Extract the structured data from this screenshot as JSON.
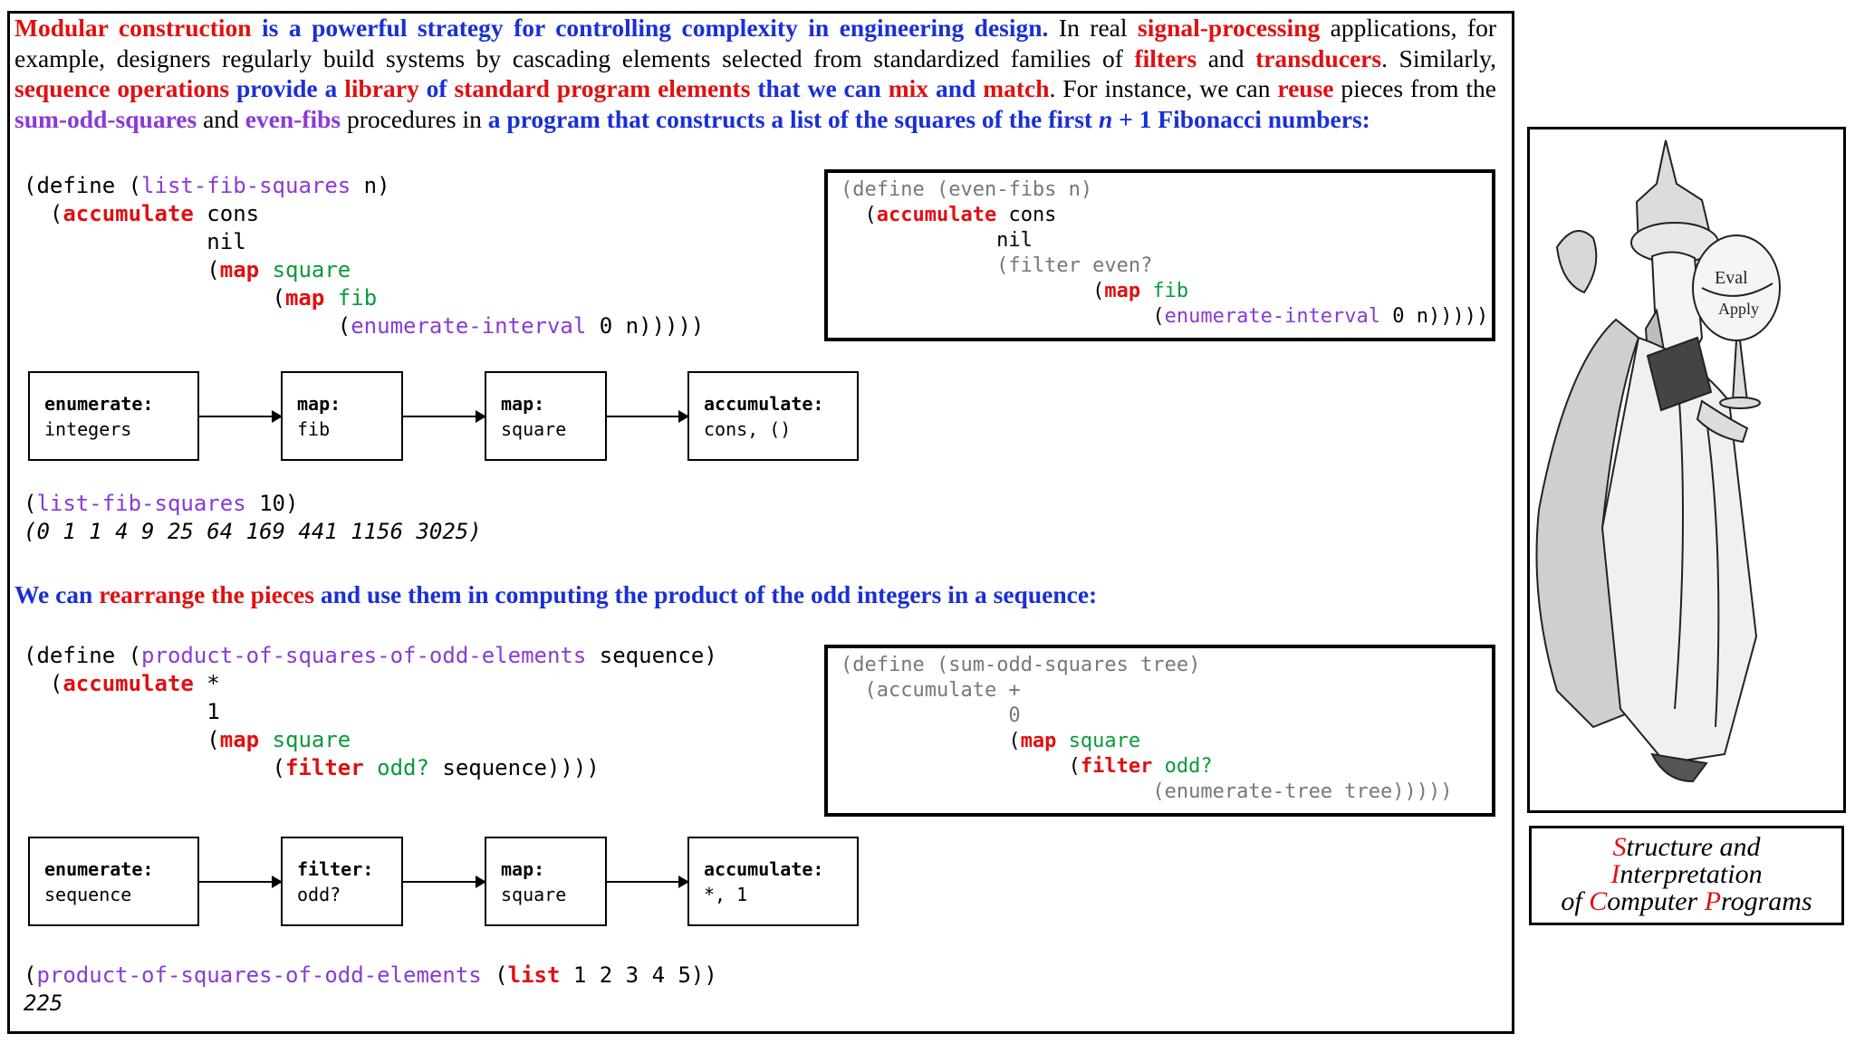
{
  "intro": {
    "s1": "Modular construction",
    "s2": "is a powerful strategy for controlling complexity in engineering design.",
    "s3": " In real ",
    "s4": "signal-processing",
    "s5": " applications, for example, designers regularly build systems by cascading elements selected from standardized families of ",
    "s6": "filters",
    "s7": " and ",
    "s8": "transducers",
    "s9": ". Similarly, ",
    "s10": "sequence operations",
    "s11": " provide a ",
    "s12": "library",
    "s13": " of ",
    "s14": "standard program elements",
    "s15": " that we can ",
    "s16": "mix",
    "s17": " and ",
    "s18": "match",
    "s19": ". For instance, we can ",
    "s20": "reuse",
    "s21": " pieces from the ",
    "s22": "sum-odd-squares",
    "s23": " and ",
    "s24": "even-fibs",
    "s25": " procedures in ",
    "s26": "a program that constructs a list of the squares of the first ",
    "s27": "n",
    "s28": " + 1 Fibonacci numbers:"
  },
  "code1": {
    "l1a": "(define (",
    "l1b": "list-fib-squares",
    "l1c": " n)",
    "l2a": "  (",
    "l2b": "accumulate",
    "l2c": " cons",
    "l3": "              nil",
    "l4a": "              (",
    "l4b": "map",
    "l4c": " ",
    "l4d": "square",
    "l5a": "                   (",
    "l5b": "map",
    "l5c": " ",
    "l5d": "fib",
    "l6a": "                        (",
    "l6b": "enumerate-interval",
    "l6c": " 0 n)))))"
  },
  "evenfibs": {
    "l1a": "(define (",
    "l1b": "even-fibs",
    "l1c": " n)",
    "l2a": "  (",
    "l2b": "accumulate",
    "l2c": " cons",
    "l3": "             nil",
    "l4": "             (filter even?",
    "l5a": "                     (",
    "l5b": "map",
    "l5c": " ",
    "l5d": "fib",
    "l6a": "                          (",
    "l6b": "enumerate-interval",
    "l6c": " 0 n)))))"
  },
  "flow1": [
    {
      "head": "enumerate:",
      "body": "integers"
    },
    {
      "head": "map:",
      "body": "fib"
    },
    {
      "head": "map:",
      "body": "square"
    },
    {
      "head": "accumulate:",
      "body": "cons, ()"
    }
  ],
  "call1": {
    "a": "(",
    "b": "list-fib-squares",
    "c": " 10)",
    "result": "(0 1 1 4 9 25 64 169 441 1156 3025)"
  },
  "intro2": {
    "s1": "We can ",
    "s2": "rearrange the pieces",
    "s3": " and use them in computing the product of the odd integers in a sequence:"
  },
  "code2": {
    "l1a": "(define (",
    "l1b": "product-of-squares-of-odd-elements",
    "l1c": " sequence)",
    "l2a": "  (",
    "l2b": "accumulate",
    "l2c": " *",
    "l3": "              1",
    "l4a": "              (",
    "l4b": "map",
    "l4c": " ",
    "l4d": "square",
    "l5a": "                   (",
    "l5b": "filter",
    "l5c": " ",
    "l5d": "odd?",
    "l5e": " sequence))))"
  },
  "sumodd": {
    "l1a": "(define (",
    "l1b": "sum-odd-squares",
    "l1c": " tree)",
    "l2": "  (accumulate +",
    "l3": "              0",
    "l4a": "              (",
    "l4b": "map",
    "l4c": " ",
    "l4d": "square",
    "l5a": "                   (",
    "l5b": "filter",
    "l5c": " ",
    "l5d": "odd?",
    "l6a": "                          (",
    "l6b": "enumerate-tree",
    "l6c": " tree)))))"
  },
  "flow2": [
    {
      "head": "enumerate:",
      "body": "sequence"
    },
    {
      "head": "filter:",
      "body": "odd?"
    },
    {
      "head": "map:",
      "body": "square"
    },
    {
      "head": "accumulate:",
      "body": "*, 1"
    }
  ],
  "call2": {
    "a": "(",
    "b": "product-of-squares-of-odd-elements",
    "c": " (",
    "d": "list",
    "e": " 1 2 3 4 5))",
    "result": "225"
  },
  "wizard": {
    "globe_top": "Eval",
    "globe_bottom": "Apply"
  },
  "book_title": {
    "line1_cap": "S",
    "line1_rest": "tructure and",
    "line2_cap": "I",
    "line2_rest": "nterpretation",
    "line3_pre": "of ",
    "line3_cap1": "C",
    "line3_mid": "omputer ",
    "line3_cap2": "P",
    "line3_rest": "rograms"
  }
}
